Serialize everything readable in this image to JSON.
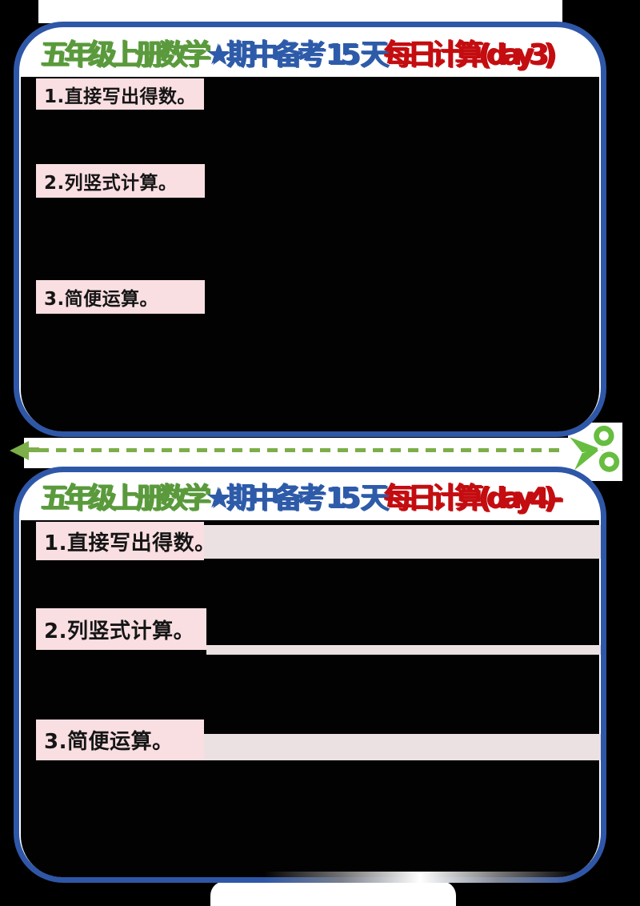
{
  "colors": {
    "green": "#5a9a3c",
    "blue": "#2e5ba9",
    "red": "#c40d10",
    "border_blue": "#2f57a8",
    "label_pink": "#f9dee2",
    "strip_pink": "#ece1e2",
    "cut_green": "#7cae49",
    "scissors_green": "#67bd3f"
  },
  "sections": [
    {
      "title_parts": [
        {
          "text": "五年级上册数学",
          "color": "green"
        },
        {
          "text": "★期中备考 15 天",
          "color": "blue"
        },
        {
          "text": "每日计算(day3)",
          "color": "red"
        }
      ],
      "tasks": [
        "1.直接写出得数。",
        "2.列竖式计算。",
        "3.简便运算。"
      ]
    },
    {
      "title_parts": [
        {
          "text": "五年级上册数学",
          "color": "green"
        },
        {
          "text": "★期中备考 15 天",
          "color": "blue"
        },
        {
          "text": "每日计算(day4)-",
          "color": "red"
        }
      ],
      "tasks": [
        "1.直接写出得数。",
        "2.列竖式计算。",
        "3.简便运算。"
      ]
    }
  ],
  "icons": {
    "scissors": "scissors-icon",
    "cut_arrow": "left-arrow-icon"
  }
}
